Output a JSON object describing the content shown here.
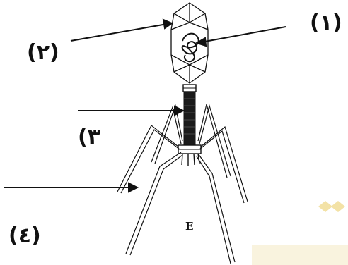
{
  "labels": {
    "label_1": "(١)",
    "label_2": "(٢)",
    "label_3": "(٣",
    "label_4": "(٤)",
    "letter_e": "E"
  },
  "colors": {
    "line": "#111111",
    "watermark_diamond": "#f3e2a6",
    "watermark_bar": "#f7eed0"
  }
}
